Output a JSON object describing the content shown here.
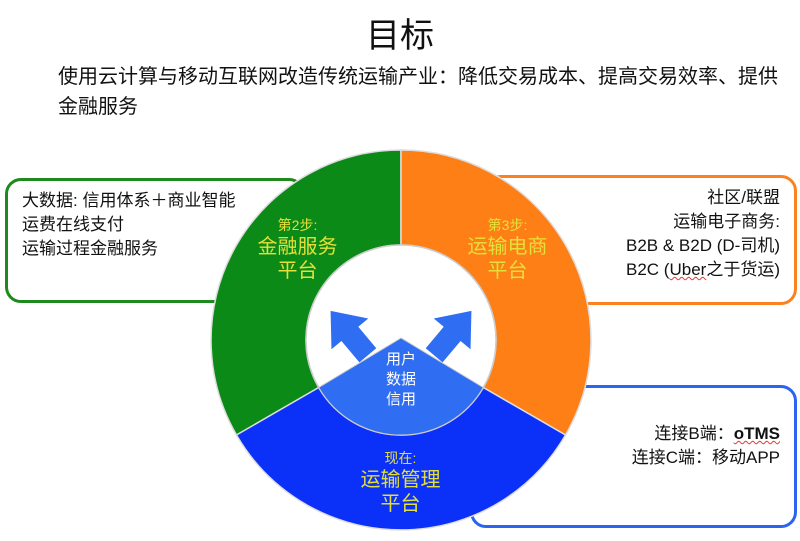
{
  "title": "目标",
  "subtitle": "使用云计算与移动互联网改造传统运输产业：降低交易成本、提高交易效率、提供金融服务",
  "left_box": {
    "lines": [
      "大数据: 信用体系＋商业智能",
      "运费在线支付",
      "运输过程金融服务"
    ]
  },
  "right_box": {
    "line1": "社区/联盟",
    "line2": "运输电子商务:",
    "line3": "B2B & B2D (D-司机)",
    "line4_pre": "B2C (",
    "line4_uber": "Uber",
    "line4_post": "之于货运)"
  },
  "blue_box": {
    "line1_pre": "连接B端：",
    "line1_bold": "oTMS",
    "line2": "连接C端：移动APP"
  },
  "segments": {
    "green": {
      "step": "第2步:",
      "line1": "金融服务",
      "line2": "平台"
    },
    "orange": {
      "step": "第3步:",
      "line1": "运输电商",
      "line2": "平台"
    },
    "blue": {
      "step": "现在:",
      "line1": "运输管理",
      "line2": "平台"
    }
  },
  "center": {
    "lines": [
      "用户",
      "数据",
      "信用"
    ]
  },
  "colors": {
    "green": "#0b8a17",
    "orange": "#fd7f16",
    "blue": "#0b30f8",
    "light_blue": "#2f6ef2",
    "label_yellow": "#e4e03a"
  }
}
